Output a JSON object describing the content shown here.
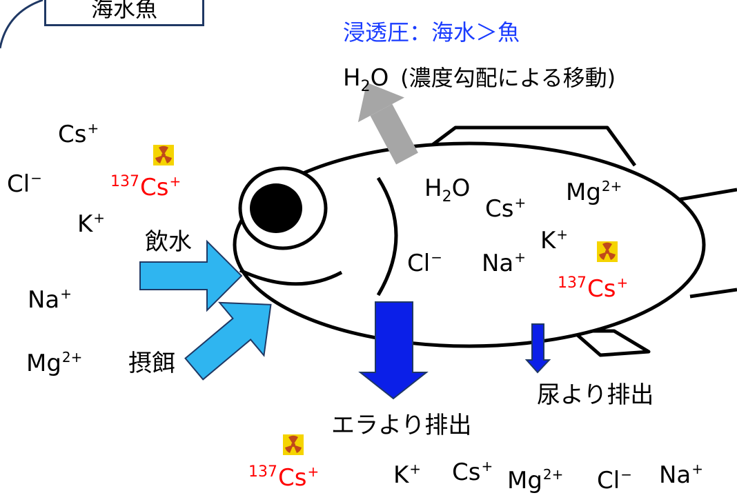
{
  "title": "海水魚",
  "header": "浸透圧：海水＞魚",
  "water_flow_label": "(濃度勾配による移動)",
  "h2o": {
    "main": "H",
    "sub": "2",
    "tail": "O"
  },
  "sea_ions": {
    "cs": {
      "sym": "Cs",
      "charge": "+"
    },
    "cl": {
      "sym": "Cl",
      "charge": "−"
    },
    "k": {
      "sym": "K",
      "charge": "+"
    },
    "na": {
      "sym": "Na",
      "charge": "+"
    },
    "mg": {
      "sym": "Mg",
      "charge": "2+"
    }
  },
  "radioactive": {
    "mass": "137",
    "sym": "Cs",
    "charge": "+"
  },
  "labels": {
    "drink": "飲水",
    "feed": "摂餌",
    "gill": "エラより排出",
    "urine": "尿より排出"
  },
  "body_ions": {
    "cs": {
      "sym": "Cs",
      "charge": "+"
    },
    "mg": {
      "sym": "Mg",
      "charge": "2+"
    },
    "k": {
      "sym": "K",
      "charge": "+"
    },
    "cl": {
      "sym": "Cl",
      "charge": "−"
    },
    "na": {
      "sym": "Na",
      "charge": "+"
    }
  },
  "excreted_ions": {
    "k": {
      "sym": "K",
      "charge": "+"
    },
    "cs": {
      "sym": "Cs",
      "charge": "+"
    },
    "mg": {
      "sym": "Mg",
      "charge": "2+"
    },
    "cl": {
      "sym": "Cl",
      "charge": "−"
    },
    "na": {
      "sym": "Na",
      "charge": "+"
    }
  },
  "icons": {
    "radiation": "radiation-icon"
  },
  "colors": {
    "header_text": "#1a3cff",
    "radioactive_text": "#ff0000",
    "intake_arrow": "#2fb5f0",
    "excretion_arrow": "#0b1fe8",
    "water_arrow": "#a6a6a6",
    "radiation_bg": "#f5d400",
    "radiation_fg": "#c04a1a"
  }
}
